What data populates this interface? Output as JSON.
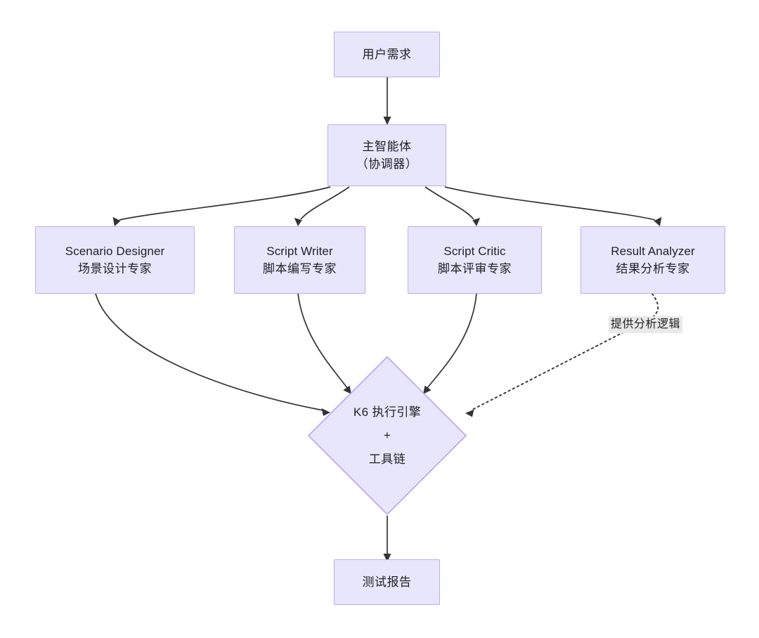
{
  "diagram": {
    "type": "flowchart",
    "direction": "top-down",
    "background_color": "#ffffff",
    "node_fill_color": "#e8e6fb",
    "node_border_color": "#bfaaf0",
    "edge_color": "#333333",
    "edge_label_background": "#e9e9e9",
    "nodes": [
      {
        "id": "user-requirement",
        "shape": "rect",
        "lines": [
          "用户需求"
        ]
      },
      {
        "id": "main-agent",
        "shape": "rect",
        "lines": [
          "主智能体",
          "（协调器）"
        ]
      },
      {
        "id": "scenario-designer",
        "shape": "rect",
        "lines": [
          "Scenario Designer",
          "场景设计专家"
        ]
      },
      {
        "id": "script-writer",
        "shape": "rect",
        "lines": [
          "Script Writer",
          "脚本编写专家"
        ]
      },
      {
        "id": "script-critic",
        "shape": "rect",
        "lines": [
          "Script Critic",
          "脚本评审专家"
        ]
      },
      {
        "id": "result-analyzer",
        "shape": "rect",
        "lines": [
          "Result Analyzer",
          "结果分析专家"
        ]
      },
      {
        "id": "k6-engine",
        "shape": "diamond",
        "lines": [
          "K6 执行引擎",
          "+",
          "工具链"
        ]
      },
      {
        "id": "test-report",
        "shape": "rect",
        "lines": [
          "测试报告"
        ]
      }
    ],
    "edges": [
      {
        "from": "user-requirement",
        "to": "main-agent",
        "style": "solid",
        "label": ""
      },
      {
        "from": "main-agent",
        "to": "scenario-designer",
        "style": "solid",
        "label": ""
      },
      {
        "from": "main-agent",
        "to": "script-writer",
        "style": "solid",
        "label": ""
      },
      {
        "from": "main-agent",
        "to": "script-critic",
        "style": "solid",
        "label": ""
      },
      {
        "from": "main-agent",
        "to": "result-analyzer",
        "style": "solid",
        "label": ""
      },
      {
        "from": "scenario-designer",
        "to": "k6-engine",
        "style": "solid",
        "label": ""
      },
      {
        "from": "script-writer",
        "to": "k6-engine",
        "style": "solid",
        "label": ""
      },
      {
        "from": "script-critic",
        "to": "k6-engine",
        "style": "solid",
        "label": ""
      },
      {
        "from": "result-analyzer",
        "to": "k6-engine",
        "style": "dotted",
        "label": "提供分析逻辑"
      },
      {
        "from": "k6-engine",
        "to": "test-report",
        "style": "solid",
        "label": ""
      }
    ]
  },
  "labels": {
    "user_requirement": "用户需求",
    "main_agent_line1": "主智能体",
    "main_agent_line2": "（协调器）",
    "scenario_designer_en": "Scenario Designer",
    "scenario_designer_cn": "场景设计专家",
    "script_writer_en": "Script Writer",
    "script_writer_cn": "脚本编写专家",
    "script_critic_en": "Script Critic",
    "script_critic_cn": "脚本评审专家",
    "result_analyzer_en": "Result Analyzer",
    "result_analyzer_cn": "结果分析专家",
    "k6_line1": "K6 执行引擎",
    "k6_line2": "+",
    "k6_line3": "工具链",
    "test_report": "测试报告",
    "edge_analysis_logic": "提供分析逻辑"
  }
}
